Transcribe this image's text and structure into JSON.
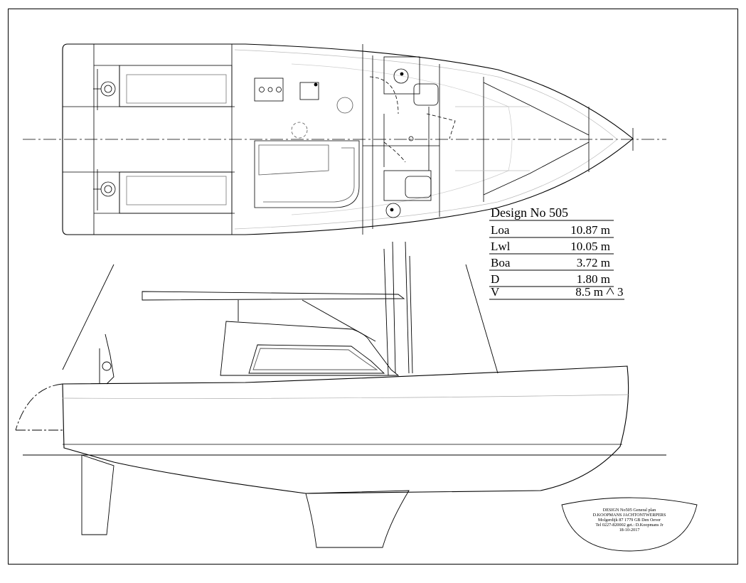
{
  "specs": {
    "title": "Design No 505",
    "rows": [
      {
        "label": "Loa",
        "value": "10.87 m"
      },
      {
        "label": "Lwl",
        "value": "10.05 m"
      },
      {
        "label": "Boa",
        "value": "3.72 m"
      },
      {
        "label": "D",
        "value": "1.80 m"
      },
      {
        "label": "V",
        "value": "8.5 m",
        "suffix": "3"
      }
    ]
  },
  "title_block": {
    "line1": "DESIGN No505 General plan",
    "line2": "D.KOOPMANS JACHTONTWERPERS",
    "line3": "Molgerdijk 87 1779 GB Den Oever",
    "line4": "Tel 0227-820002 get.: D.Koopmans Jr",
    "line5": "18-10-2017"
  }
}
